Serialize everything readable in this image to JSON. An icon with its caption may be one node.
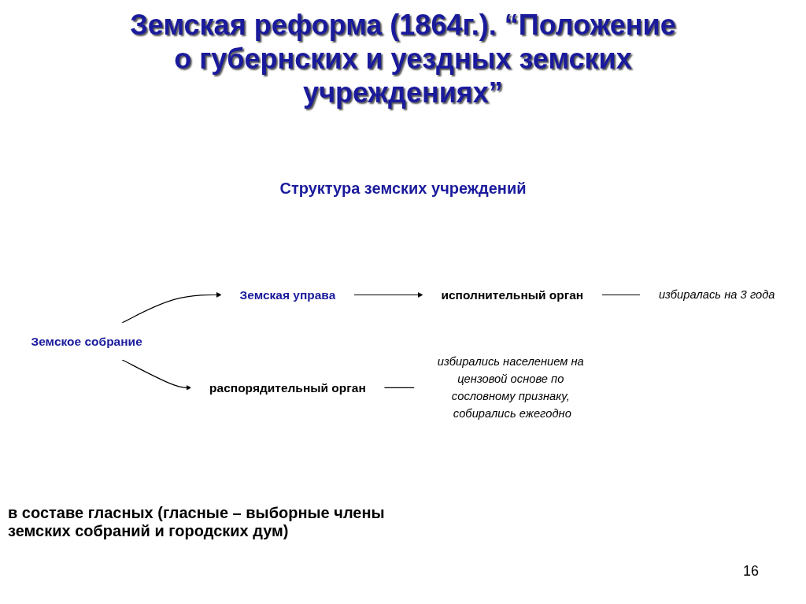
{
  "diagram": {
    "title": "Земская реформа (1864г.). “Положение о губернских и уездных земских учреждениях”",
    "nodes": [
      {
        "text": [
          "Земская управа"
        ]
      },
      {
        "text": [
          "исполнительный орган"
        ]
      },
      {
        "text": [
          "избиралась на 3 года"
        ]
      },
      {
        "text": [
          "Земское собрание"
        ]
      },
      {
        "text": [
          "распорядительный орган"
        ]
      },
      {
        "text": [
          "избирались населением на цензовой основе по сословному признаку, собирались ежегодно"
        ]
      }
    ],
    "edges": [
      {
        "from": 0,
        "to": 1,
        "arrow": "to"
      },
      {
        "from": 1,
        "to": 2,
        "arrow": "none"
      },
      {
        "from": 3,
        "to": 0,
        "arrow": "to"
      },
      {
        "from": 3,
        "to": 4,
        "arrow": "to"
      },
      {
        "from": 4,
        "to": 5,
        "arrow": "none"
      }
    ],
    "labels": [
      "Структура земских учреждений",
      "в составе гласных (гласные – выборные члены земских собраний и городских дум)",
      "16"
    ]
  }
}
